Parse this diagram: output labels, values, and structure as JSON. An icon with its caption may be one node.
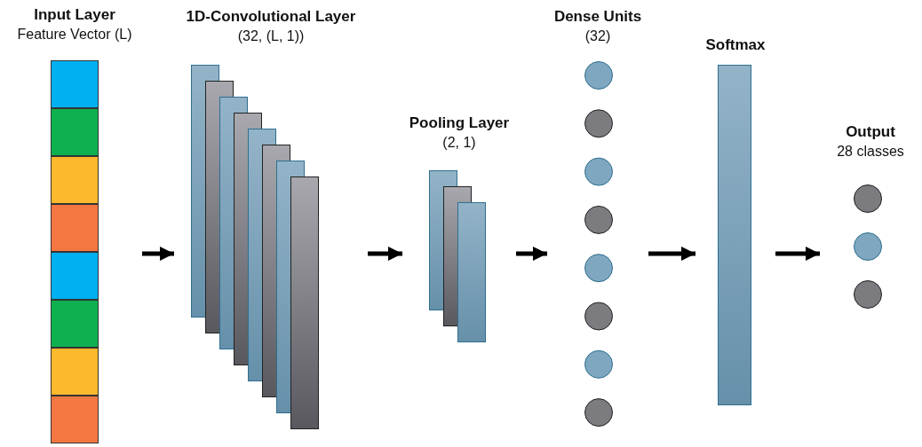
{
  "diagram": {
    "nodes": [
      {
        "text": [
          "Input Layer",
          "Feature Vector (L)"
        ]
      },
      {
        "text": [
          "1D-Convolutional Layer",
          "(32, (L, 1))"
        ]
      },
      {
        "text": [
          "Pooling Layer",
          "(2, 1)"
        ]
      },
      {
        "text": [
          "Dense Units",
          "(32)"
        ]
      },
      {
        "text": [
          "Softmax"
        ]
      },
      {
        "text": [
          "Output",
          "28 classes"
        ]
      }
    ],
    "edges": [
      {
        "from": 0,
        "to": 1,
        "arrow": "to"
      },
      {
        "from": 1,
        "to": 2,
        "arrow": "to"
      },
      {
        "from": 2,
        "to": 3,
        "arrow": "to"
      },
      {
        "from": 3,
        "to": 4,
        "arrow": "to"
      },
      {
        "from": 4,
        "to": 5,
        "arrow": "to"
      }
    ]
  }
}
